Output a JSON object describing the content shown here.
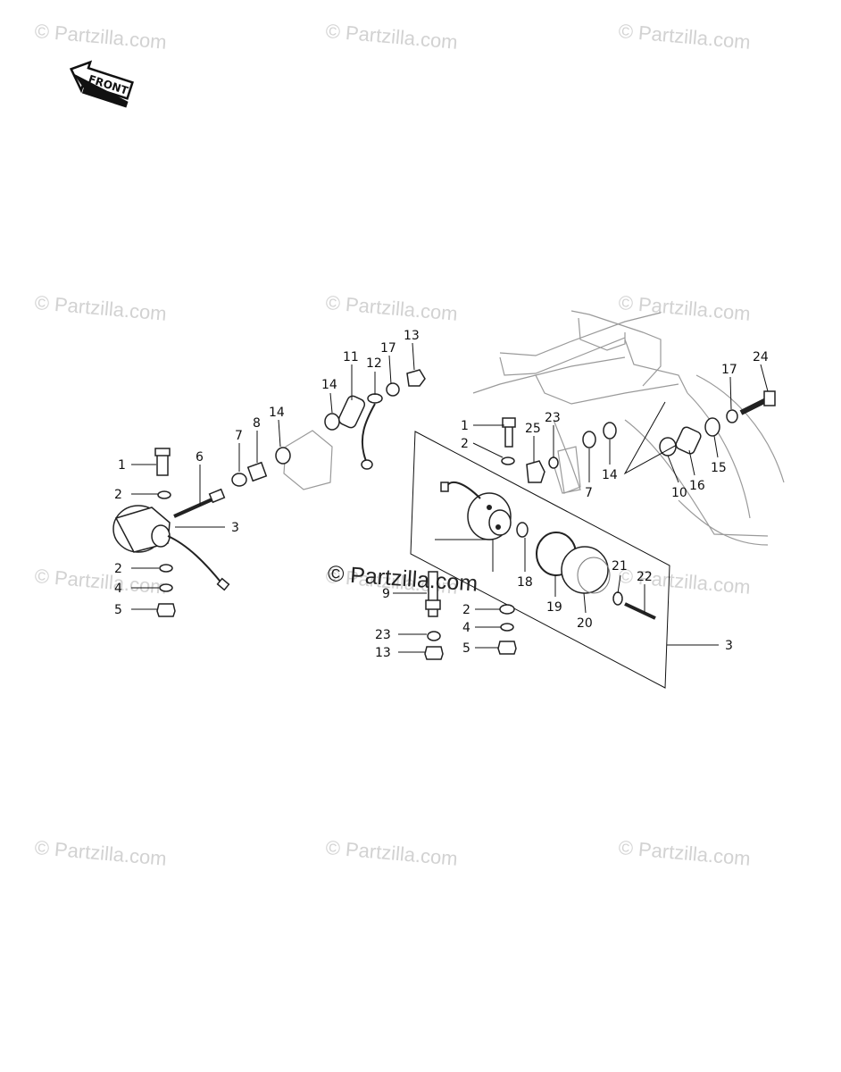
{
  "front_badge": {
    "label": "FRONT"
  },
  "watermarks": [
    {
      "text": "© Partzilla.com"
    },
    {
      "text": "© Partzilla.com"
    },
    {
      "text": "© Partzilla.com"
    },
    {
      "text": "© Partzilla.com"
    },
    {
      "text": "© Partzilla.com"
    },
    {
      "text": "© Partzilla.com"
    },
    {
      "text": "© Partzilla.com"
    },
    {
      "text": "© Partzilla.com"
    },
    {
      "text": "© Partzilla.com"
    },
    {
      "text": "© Partzilla.com"
    },
    {
      "text": "© Partzilla.com"
    },
    {
      "text": "© Partzilla.com"
    }
  ],
  "center_watermark": "© Partzilla.com",
  "callouts": {
    "left_signal": [
      "1",
      "2",
      "6",
      "7",
      "8",
      "14",
      "3",
      "2",
      "4",
      "5"
    ],
    "left_upper": [
      "14",
      "11",
      "12",
      "17",
      "13"
    ],
    "right_signal": [
      "1",
      "2",
      "25",
      "23",
      "7",
      "14",
      "17",
      "24",
      "15",
      "16",
      "10",
      "18",
      "19",
      "20",
      "21",
      "22",
      "3",
      "9",
      "2",
      "23",
      "13",
      "4",
      "5"
    ]
  }
}
